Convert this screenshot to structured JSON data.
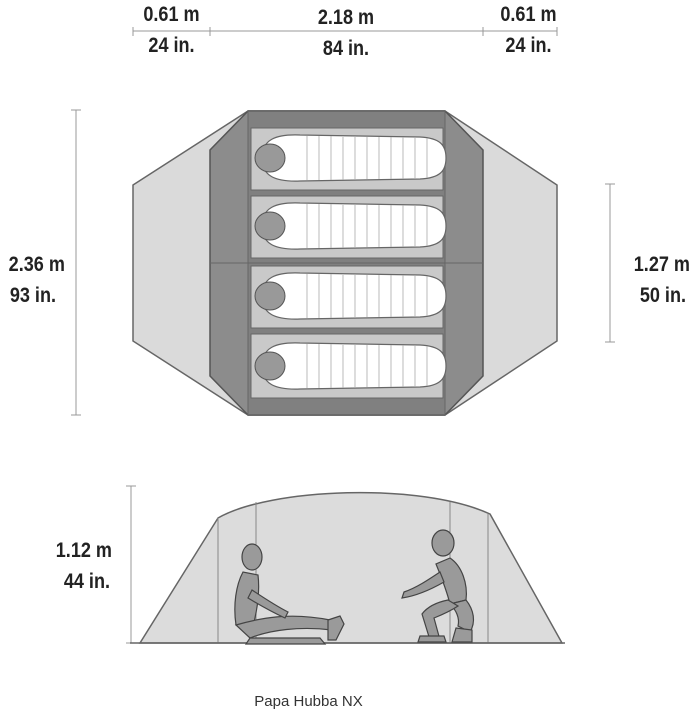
{
  "title": "Papa Hubba NX",
  "dimensions": {
    "vestibule_left": {
      "metric": "0.61 m",
      "imperial": "24 in."
    },
    "floor_length": {
      "metric": "2.18 m",
      "imperial": "84 in."
    },
    "vestibule_right": {
      "metric": "0.61 m",
      "imperial": "24 in."
    },
    "total_width": {
      "metric": "2.36 m",
      "imperial": "93 in."
    },
    "end_width": {
      "metric": "1.27 m",
      "imperial": "50 in."
    },
    "peak_height": {
      "metric": "1.12 m",
      "imperial": "44 in."
    }
  },
  "sleeping_bags": 4,
  "colors": {
    "outline": "#555555",
    "fly": "#d9d9d9",
    "floor": "#8a8a8a",
    "pad": "#c8c8c8",
    "bag": "#ffffff",
    "dimension_line": "#999999"
  }
}
